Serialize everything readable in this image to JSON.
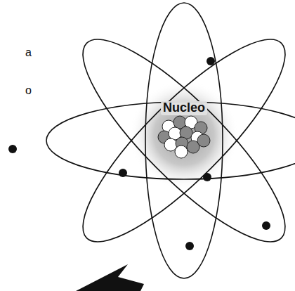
{
  "diagram": {
    "labels": [
      "a",
      "o",
      "Nucleo"
    ]
  }
}
